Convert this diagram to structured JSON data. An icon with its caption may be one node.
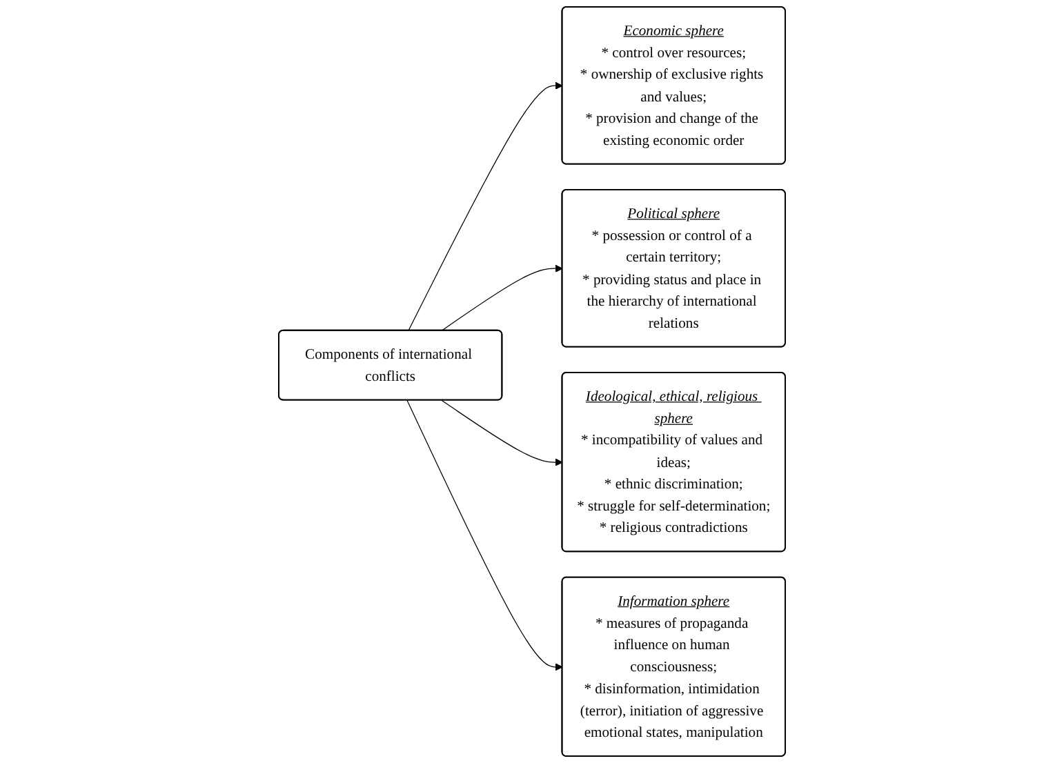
{
  "diagram": {
    "nodes": [
      {
        "text": [
          "Economic sphere",
          "* control over resources;",
          "* ownership of exclusive rights and values;",
          "* provision and change of the existing economic order"
        ]
      },
      {
        "text": [
          "Political sphere",
          "* possession or control of a certain territory;",
          "* providing status and place in the hierarchy of international relations"
        ]
      },
      {
        "text": [
          "Components of international conflicts"
        ]
      },
      {
        "text": [
          "Ideological, ethical, religious sphere",
          "* incompatibility of values and ideas;",
          "* ethnic discrimination;",
          "* struggle for self-determination;",
          "* religious contradictions"
        ]
      },
      {
        "text": [
          "Information sphere",
          "* measures of propaganda influence on human consciousness;",
          "* disinformation, intimidation (terror), initiation of aggressive emotional states, manipulation"
        ]
      }
    ],
    "edges": [
      {
        "from": 2,
        "to": 0,
        "arrow": "to"
      },
      {
        "from": 2,
        "to": 1,
        "arrow": "to"
      },
      {
        "from": 2,
        "to": 3,
        "arrow": "to"
      },
      {
        "from": 2,
        "to": 4,
        "arrow": "to"
      }
    ]
  }
}
